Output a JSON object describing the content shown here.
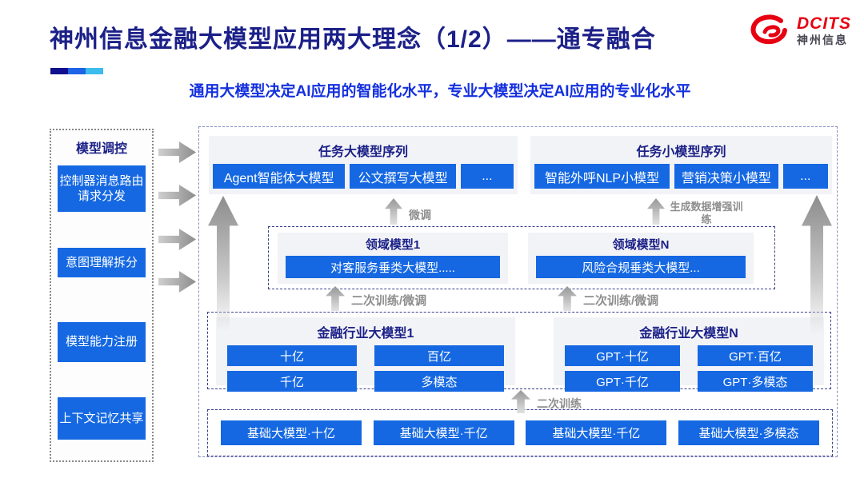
{
  "header": {
    "title": "神州信息金融大模型应用两大理念（1/2）——通专融合",
    "subtitle": "通用大模型决定AI应用的智能化水平，专业大模型决定AI应用的专业化水平",
    "logo": {
      "brand": "DCITS",
      "brand_cn": "神州信息"
    },
    "accent_colors": [
      "#10108e",
      "#1e64e6",
      "#3cbcec"
    ]
  },
  "sidebar": {
    "title": "模型调控",
    "items": [
      {
        "label": "控制器消息路由请求分发"
      },
      {
        "label": "意图理解拆分"
      },
      {
        "label": "模型能力注册"
      },
      {
        "label": "上下文记忆共享"
      }
    ]
  },
  "diagram": {
    "task_large_series": {
      "title": "任务大模型序列",
      "items": [
        "Agent智能体大模型",
        "公文撰写大模型",
        "..."
      ]
    },
    "task_small_series": {
      "title": "任务小模型序列",
      "items": [
        "智能外呼NLP小模型",
        "营销决策小模型",
        "..."
      ]
    },
    "domain_models": {
      "groups": [
        {
          "title": "领域模型1",
          "model": "对客服务垂类大模型....."
        },
        {
          "title": "领域模型N",
          "model": "风险合规垂类大模型..."
        }
      ]
    },
    "industry_models": {
      "groups": [
        {
          "title": "金融行业大模型1",
          "items": [
            "十亿",
            "百亿",
            "千亿",
            "多模态"
          ]
        },
        {
          "title": "金融行业大模型N",
          "items": [
            "GPT·十亿",
            "GPT·百亿",
            "GPT·千亿",
            "GPT·多模态"
          ]
        }
      ]
    },
    "base_models": {
      "items": [
        "基础大模型·十亿",
        "基础大模型·千亿",
        "基础大模型·千亿",
        "基础大模型·多模态"
      ]
    },
    "arrow_labels": {
      "finetune": "微调",
      "gen_data_training": "生成数据增强训练",
      "secondary_training_finetune_left": "二次训练/微调",
      "secondary_training_finetune_right": "二次训练/微调",
      "secondary_training": "二次训练"
    }
  },
  "colors": {
    "primary_blue": "#1568e2",
    "navy": "#1b2088",
    "subtitle_blue": "#1430df",
    "logo_red": "#e60012",
    "label_gray": "#8e8e8e"
  }
}
